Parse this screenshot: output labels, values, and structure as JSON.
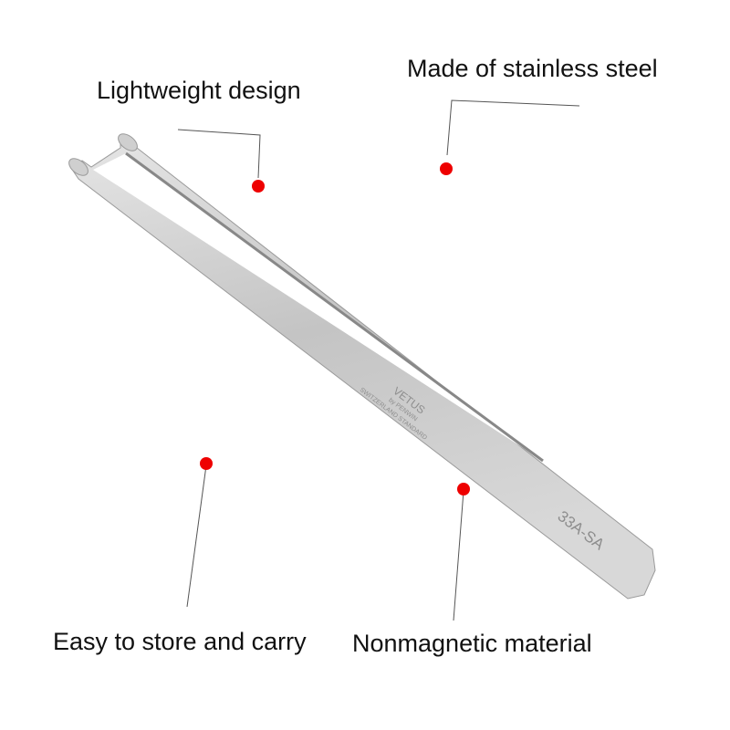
{
  "labels": {
    "lightweight": "Lightweight design",
    "steel": "Made of stainless steel",
    "store": "Easy to store and carry",
    "nonmagnetic": "Nonmagnetic material"
  },
  "engraving": {
    "brand": "VETUS",
    "by": "by PENWIN",
    "standard": "SWITZERLAND STANDARD",
    "model": "33A-SA"
  },
  "colors": {
    "dot": "#ee0000",
    "steel": "#c9c9c9"
  }
}
